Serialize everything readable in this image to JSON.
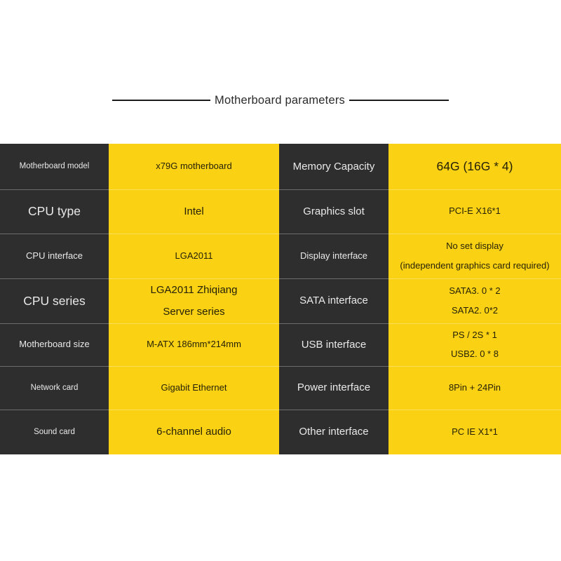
{
  "title": {
    "text": "Motherboard parameters"
  },
  "colors": {
    "dark_cell": "#2e2e2e",
    "yellow_cell": "#fad213",
    "label_text": "#e9e9e9",
    "value_text": "#241f06",
    "title_text": "#2b2b2b",
    "row_divider": "#ffffff"
  },
  "table": {
    "rows": [
      {
        "left_label": "Motherboard model",
        "left_value": "x79G motherboard",
        "right_label": "Memory Capacity",
        "right_value": "64G (16G * 4)"
      },
      {
        "left_label": "CPU type",
        "left_value": "Intel",
        "right_label": "Graphics slot",
        "right_value": "PCI-E X16*1"
      },
      {
        "left_label": "CPU interface",
        "left_value": "LGA2011",
        "right_label": "Display interface",
        "right_value_line1": "No set display",
        "right_value_line2": "(independent graphics card required)"
      },
      {
        "left_label": "CPU series",
        "left_value_line1": "LGA2011 Zhiqiang",
        "left_value_line2": "Server series",
        "right_label": "SATA interface",
        "right_value_line1": "SATA3. 0 * 2",
        "right_value_line2": "SATA2. 0*2"
      },
      {
        "left_label": "Motherboard size",
        "left_value": "M-ATX 186mm*214mm",
        "right_label": "USB interface",
        "right_value_line1": "PS / 2S * 1",
        "right_value_line2": "USB2. 0 * 8"
      },
      {
        "left_label": "Network card",
        "left_value": "Gigabit Ethernet",
        "right_label": "Power interface",
        "right_value": "8Pin + 24Pin"
      },
      {
        "left_label": "Sound card",
        "left_value": "6-channel audio",
        "right_label": "Other interface",
        "right_value": "PC IE X1*1"
      }
    ]
  }
}
